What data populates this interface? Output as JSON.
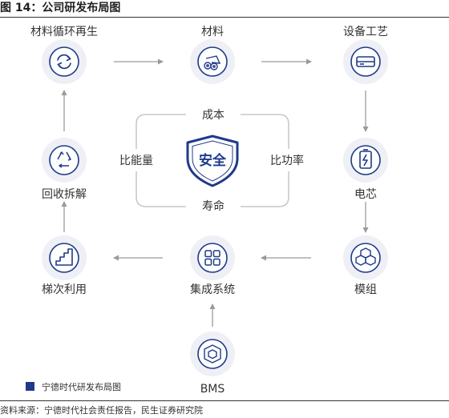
{
  "figure_title": "图 14：公司研发布局图",
  "source": "资料来源：宁德时代社会责任报告，民生证券研究院",
  "nodes": {
    "recycle_regen": "材料循环再生",
    "materials": "材料",
    "equipment": "设备工艺",
    "recovery": "回收拆解",
    "cell": "电芯",
    "cascade": "梯次利用",
    "system": "集成系统",
    "module": "模组",
    "bms": "BMS"
  },
  "core": {
    "center": "安全",
    "top": "成本",
    "left": "比能量",
    "right": "比功率",
    "bottom": "寿命"
  },
  "legend": "宁德时代研发布局图",
  "colors": {
    "accent": "#1f3a8a",
    "circle_fill": "#eef0f6",
    "arrow": "#9a9a9a",
    "frame": "#c9c9c9"
  }
}
